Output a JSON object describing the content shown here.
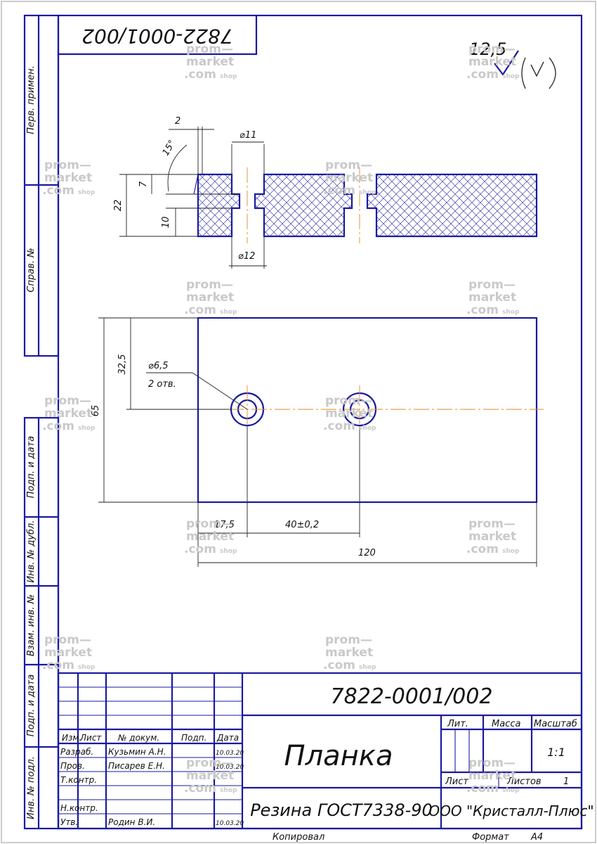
{
  "drawing": {
    "number": "7822-0001/002",
    "number_rotated": "7822-0001/002",
    "roughness": "12,5",
    "title": "Планка",
    "material": "Резина ГОСТ7338-90",
    "company": "ООО \"Кристалл-Плюс\"",
    "scale": "1:1",
    "sheets_value": "1"
  },
  "dims": {
    "d11": "⌀11",
    "d12": "⌀12",
    "two": "2",
    "angle": "15°",
    "seven": "7",
    "ten": "10",
    "twentytwo": "22",
    "d65": "⌀6,5",
    "holes": "2 отв.",
    "h325": "32,5",
    "h65": "65",
    "w175": "17,5",
    "w40": "40±0,2",
    "w120": "120"
  },
  "side_strip": {
    "perv": "Перв. примен.",
    "sprav": "Справ. №",
    "podp1": "Подп. и дата",
    "inv_dubl": "Инв. № дубл.",
    "vzam": "Взам. инв. №",
    "podp2": "Подп. и дата",
    "inv_podl": "Инв. № подл."
  },
  "titleblock": {
    "izm": "Изм.",
    "list": "Лист",
    "ndoc": "№ докум.",
    "podp": "Подп.",
    "data": "Дата",
    "lit": "Лит.",
    "massa": "Масса",
    "masshtab": "Масштаб",
    "list2": "Лист",
    "listov": "Листов",
    "rows": [
      {
        "role": "Разраб.",
        "name": "Кузьмин А.Н.",
        "date": "10.03.20"
      },
      {
        "role": "Пров.",
        "name": "Писарев Е.Н.",
        "date": "10.03.20"
      },
      {
        "role": "Т.контр.",
        "name": "",
        "date": ""
      },
      {
        "role": "Н.контр.",
        "name": "",
        "date": ""
      },
      {
        "role": "Утв.",
        "name": "Родин В.И.",
        "date": "10.03.20"
      }
    ],
    "kopiroval": "Копировал",
    "format": "Формат",
    "format_value": "А4"
  },
  "watermark": {
    "line1": "prom—",
    "line2": "market",
    "line3": ".com",
    "suffix": "shop"
  }
}
